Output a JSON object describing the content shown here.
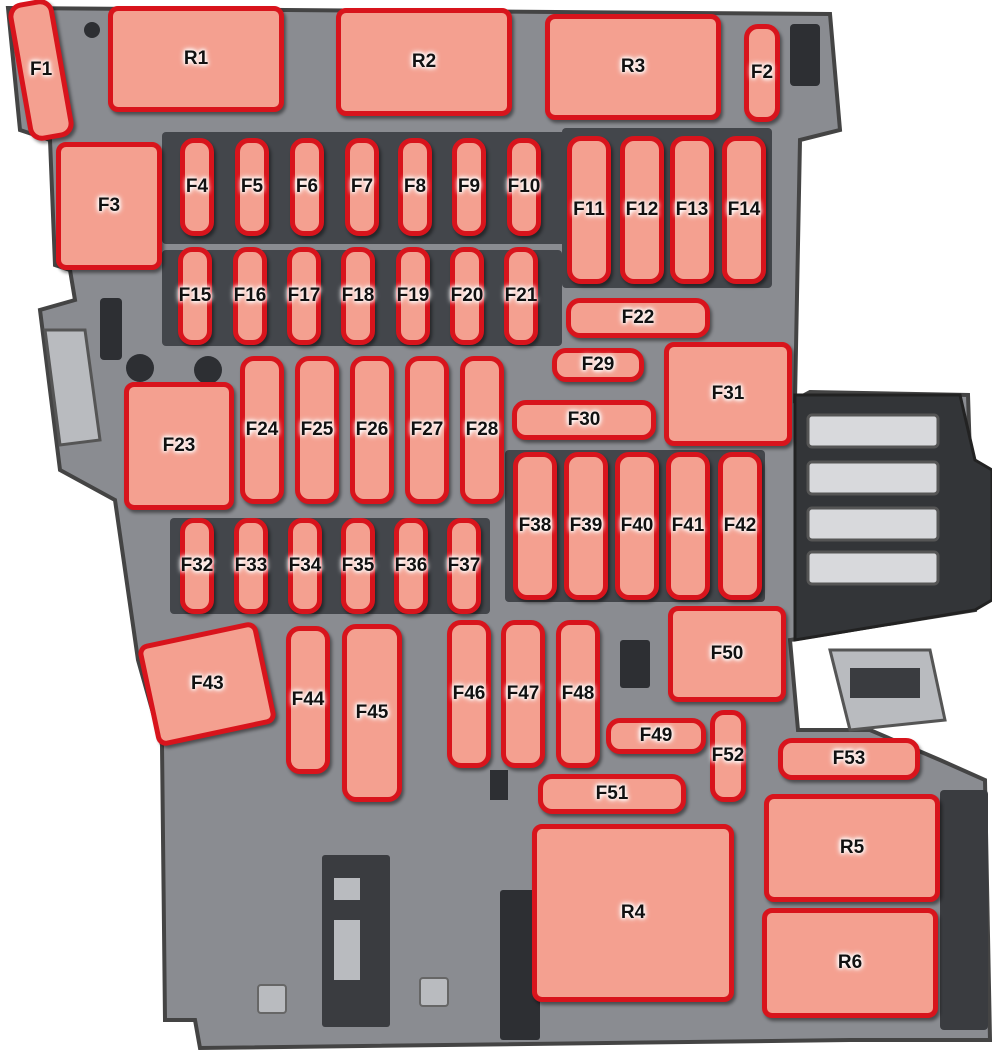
{
  "fuse_box": {
    "relays": [
      "R1",
      "R2",
      "R3",
      "R4",
      "R5",
      "R6"
    ],
    "fuses": [
      "F1",
      "F2",
      "F3",
      "F4",
      "F5",
      "F6",
      "F7",
      "F8",
      "F9",
      "F10",
      "F11",
      "F12",
      "F13",
      "F14",
      "F15",
      "F16",
      "F17",
      "F18",
      "F19",
      "F20",
      "F21",
      "F22",
      "F23",
      "F24",
      "F25",
      "F26",
      "F27",
      "F28",
      "F29",
      "F30",
      "F31",
      "F32",
      "F33",
      "F34",
      "F35",
      "F36",
      "F37",
      "F38",
      "F39",
      "F40",
      "F41",
      "F42",
      "F43",
      "F44",
      "F45",
      "F46",
      "F47",
      "F48",
      "F49",
      "F50",
      "F51",
      "F52",
      "F53"
    ]
  },
  "colors": {
    "housing": "#8a8c91",
    "housing_dark": "#3a3c40",
    "slot_fill": "#f4a090",
    "slot_border": "#d8141c"
  }
}
